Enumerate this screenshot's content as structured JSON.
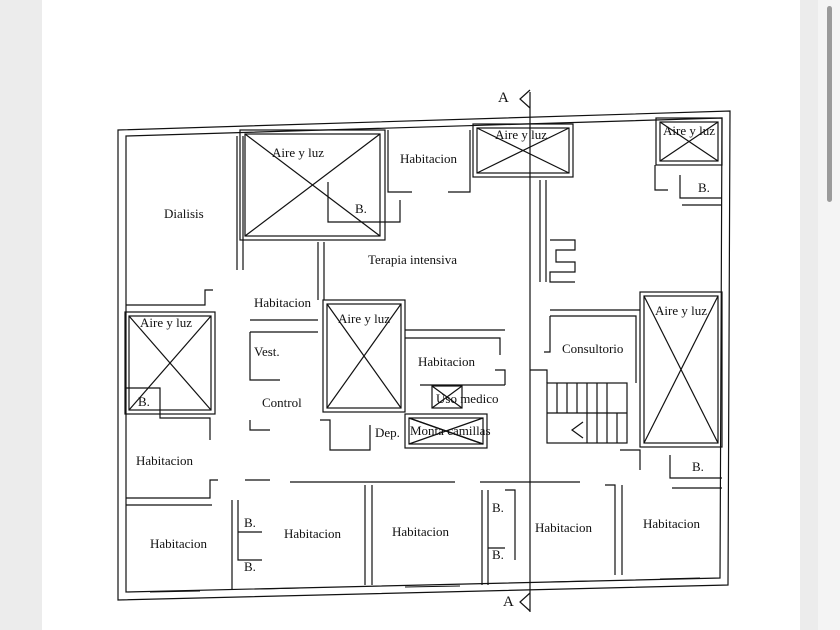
{
  "plan": {
    "section_marker": "A",
    "rooms": {
      "dialisis": "Dialisis",
      "terapia_intensiva": "Terapia intensiva",
      "control": "Control",
      "vestidor": "Vest.",
      "consultorio": "Consultorio",
      "uso_medico": "Uso medico",
      "deposito": "Dep.",
      "monta_camillas": "Monta camillas",
      "habitacion": "Habitacion",
      "bano": "B.",
      "aire_y_luz": "Aire y luz"
    }
  }
}
